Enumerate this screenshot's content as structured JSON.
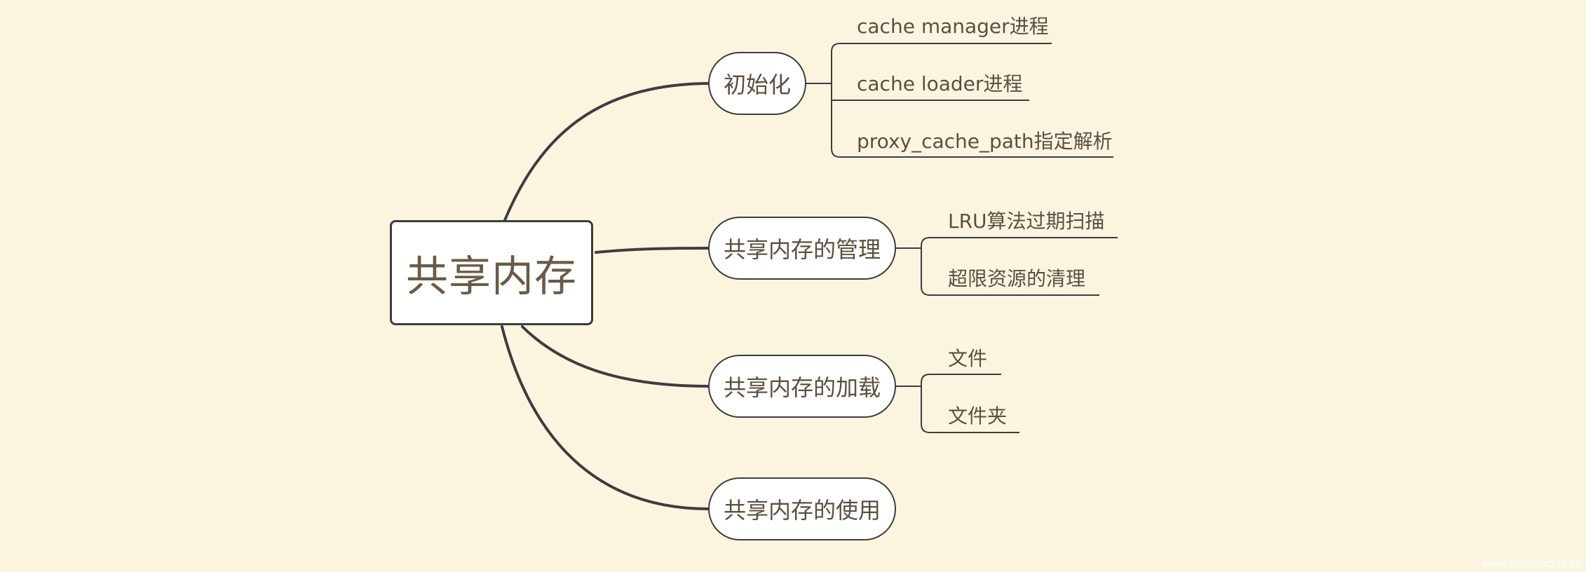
{
  "root": {
    "label": "共享内存"
  },
  "branches": [
    {
      "label": "初始化",
      "children": [
        "cache manager进程",
        "cache loader进程",
        "proxy_cache_path指定解析"
      ]
    },
    {
      "label": "共享内存的管理",
      "children": [
        "LRU算法过期扫描",
        "超限资源的清理"
      ]
    },
    {
      "label": "共享内存的加载",
      "children": [
        "文件",
        "文件夹"
      ]
    },
    {
      "label": "共享内存的使用",
      "children": []
    }
  ],
  "watermark": "www.anquanclub.cn",
  "colors": {
    "background": "#fbf5e0",
    "line": "#3d3d3d",
    "text": "#5e4e3d"
  }
}
